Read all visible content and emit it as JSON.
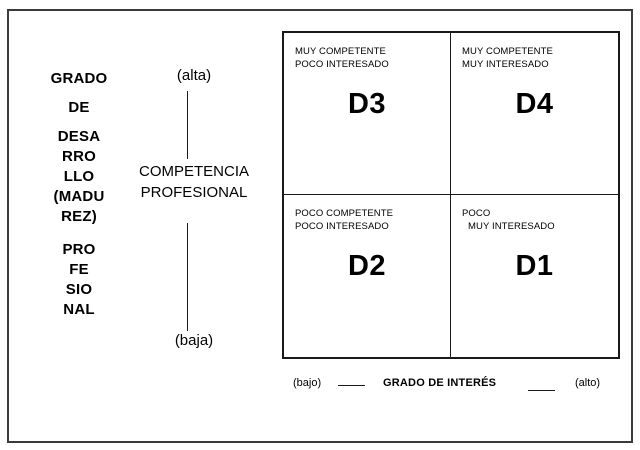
{
  "diagram": {
    "y_axis": {
      "title_lines": [
        "GRADO",
        "DE",
        "DESA",
        "RRO",
        "LLO",
        "(MADU",
        "REZ)",
        "PRO",
        "FE",
        "SIO",
        "NAL"
      ],
      "competence_axis": {
        "top_label": "(alta)",
        "bottom_label": "(baja)",
        "title_lines": [
          "COMPETENCIA",
          "PROFESIONAL"
        ]
      }
    },
    "x_axis": {
      "low_label": "(bajo)",
      "title": "GRADO DE INTERÉS",
      "high_label": "(alto)"
    },
    "quadrants": [
      {
        "position": "top-left",
        "code": "D3",
        "desc_lines": [
          "MUY COMPETENTE",
          "POCO INTERESADO"
        ],
        "indent_second": false
      },
      {
        "position": "top-right",
        "code": "D4",
        "desc_lines": [
          "MUY COMPETENTE",
          "MUY INTERESADO"
        ],
        "indent_second": false
      },
      {
        "position": "bottom-left",
        "code": "D2",
        "desc_lines": [
          "POCO COMPETENTE",
          "POCO INTERESADO"
        ],
        "indent_second": false
      },
      {
        "position": "bottom-right",
        "code": "D1",
        "desc_lines": [
          "POCO",
          "MUY INTERESADO"
        ],
        "indent_second": true
      }
    ],
    "colors": {
      "outer_border": "#3a3a3a",
      "matrix_border": "#1a1a1a",
      "text": "#000000",
      "background": "#ffffff"
    }
  }
}
